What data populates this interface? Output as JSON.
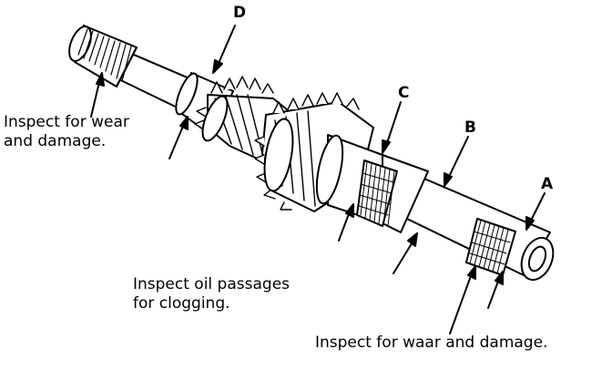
{
  "diagram": {
    "labels": {
      "d": "D",
      "c": "C",
      "b": "B",
      "a": "A"
    },
    "notes": {
      "wear_left": "Inspect for wear\nand damage.",
      "oil": "Inspect oil passages\nfor clogging.",
      "wear_bottom": "Inspect for waar and damage."
    }
  }
}
